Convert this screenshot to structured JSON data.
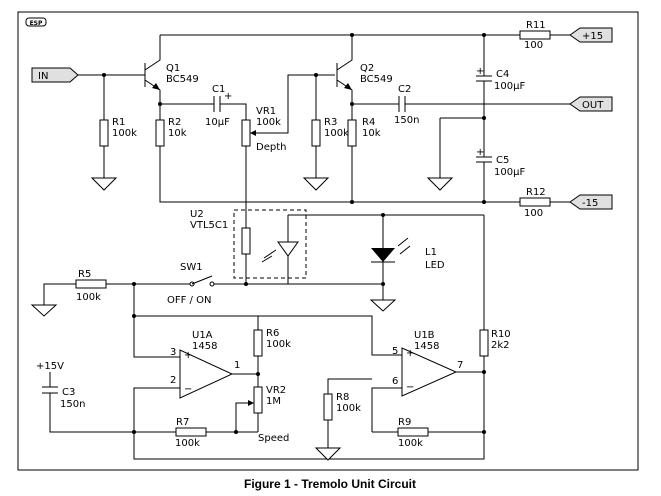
{
  "logo": "ESP",
  "caption": "Figure 1 - Tremolo Unit Circuit",
  "ports": {
    "in": "IN",
    "out": "OUT",
    "vpos": "+15",
    "vneg": "-15"
  },
  "q1": {
    "ref": "Q1",
    "part": "BC549"
  },
  "q2": {
    "ref": "Q2",
    "part": "BC549"
  },
  "r1": {
    "ref": "R1",
    "value": "100k"
  },
  "r2": {
    "ref": "R2",
    "value": "10k"
  },
  "r3": {
    "ref": "R3",
    "value": "100k"
  },
  "r4": {
    "ref": "R4",
    "value": "10k"
  },
  "r5": {
    "ref": "R5",
    "value": "100k"
  },
  "r6": {
    "ref": "R6",
    "value": "100k"
  },
  "r7": {
    "ref": "R7",
    "value": "100k"
  },
  "r8": {
    "ref": "R8",
    "value": "100k"
  },
  "r9": {
    "ref": "R9",
    "value": "100k"
  },
  "r10": {
    "ref": "R10",
    "value": "2k2"
  },
  "r11": {
    "ref": "R11",
    "value": "100"
  },
  "r12": {
    "ref": "R12",
    "value": "100"
  },
  "c1": {
    "ref": "C1",
    "value": "10µF"
  },
  "c2": {
    "ref": "C2",
    "value": "150n"
  },
  "c3": {
    "ref": "C3",
    "value": "150n"
  },
  "c4": {
    "ref": "C4",
    "value": "100µF"
  },
  "c5": {
    "ref": "C5",
    "value": "100µF"
  },
  "vr1": {
    "ref": "VR1",
    "value": "100k",
    "name": "Depth"
  },
  "vr2": {
    "ref": "VR2",
    "value": "1M",
    "name": "Speed"
  },
  "u2": {
    "ref": "U2",
    "part": "VTL5C1"
  },
  "l1": {
    "ref": "L1",
    "part": "LED"
  },
  "sw1": {
    "ref": "SW1",
    "state": "OFF / ON"
  },
  "u1a": {
    "ref": "U1A",
    "part": "1458",
    "pin_inv": "2",
    "pin_noninv": "3",
    "pin_out": "1"
  },
  "u1b": {
    "ref": "U1B",
    "part": "1458",
    "pin_inv": "6",
    "pin_noninv": "5",
    "pin_out": "7"
  },
  "supply": {
    "plus15": "+15V"
  }
}
